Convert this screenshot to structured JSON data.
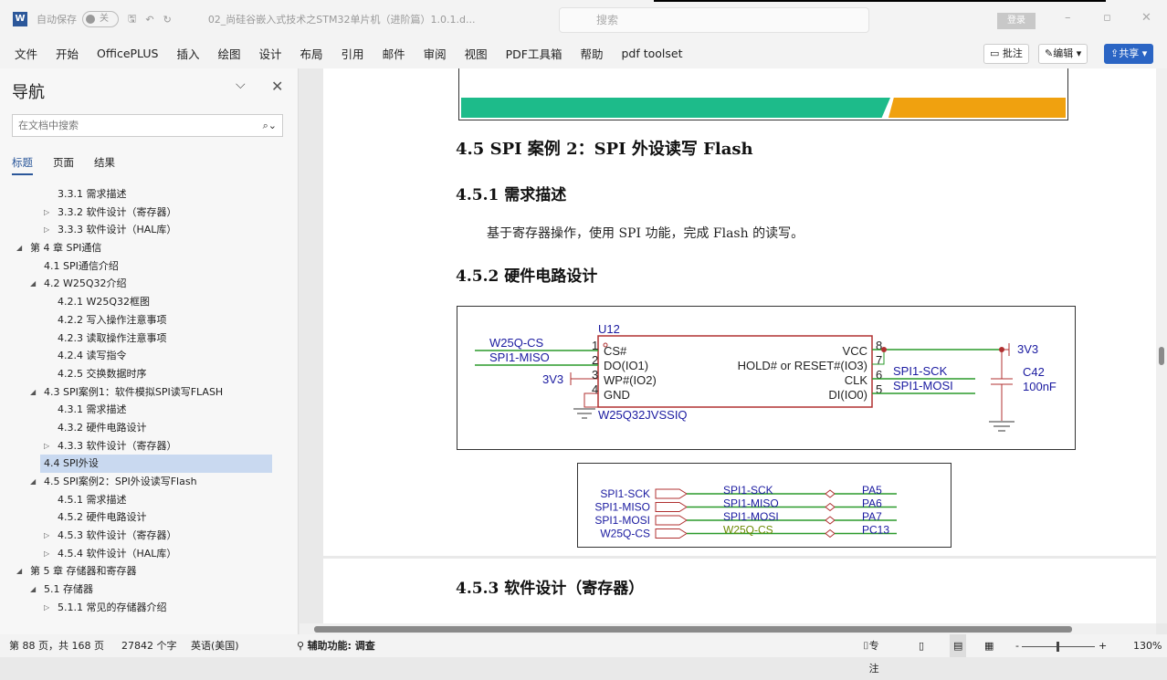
{
  "titlebar": {
    "app_icon": "W",
    "autosave_label": "自动保存",
    "autosave_state": "关",
    "doc_title": "02_尚硅谷嵌入式技术之STM32单片机（进阶篇）1.0.1.d...",
    "search_placeholder": "搜索",
    "login": "登录"
  },
  "ribbon": {
    "tabs": [
      "文件",
      "开始",
      "OfficePLUS",
      "插入",
      "绘图",
      "设计",
      "布局",
      "引用",
      "邮件",
      "审阅",
      "视图",
      "PDF工具箱",
      "帮助",
      "pdf toolset"
    ],
    "comment": "批注",
    "edit": "编辑",
    "share": "共享"
  },
  "nav": {
    "title": "导航",
    "search_placeholder": "在文档中搜索",
    "tabs": [
      "标题",
      "页面",
      "结果"
    ],
    "items": [
      {
        "label": "3.3.1 需求描述",
        "level": 3,
        "arrow": ""
      },
      {
        "label": "3.3.2 软件设计（寄存器）",
        "level": 3,
        "arrow": "▷"
      },
      {
        "label": "3.3.3 软件设计（HAL库）",
        "level": 3,
        "arrow": "▷"
      },
      {
        "label": "第 4 章 SPI通信",
        "level": 1,
        "arrow": "◢"
      },
      {
        "label": "4.1 SPI通信介绍",
        "level": 2,
        "arrow": ""
      },
      {
        "label": "4.2 W25Q32介绍",
        "level": 2,
        "arrow": "◢"
      },
      {
        "label": "4.2.1 W25Q32框图",
        "level": 3,
        "arrow": ""
      },
      {
        "label": "4.2.2 写入操作注意事项",
        "level": 3,
        "arrow": ""
      },
      {
        "label": "4.2.3 读取操作注意事项",
        "level": 3,
        "arrow": ""
      },
      {
        "label": "4.2.4 读写指令",
        "level": 3,
        "arrow": ""
      },
      {
        "label": "4.2.5 交换数据时序",
        "level": 3,
        "arrow": ""
      },
      {
        "label": "4.3 SPI案例1：软件模拟SPI读写FLASH",
        "level": 2,
        "arrow": "◢"
      },
      {
        "label": "4.3.1 需求描述",
        "level": 3,
        "arrow": ""
      },
      {
        "label": "4.3.2 硬件电路设计",
        "level": 3,
        "arrow": ""
      },
      {
        "label": "4.3.3 软件设计（寄存器）",
        "level": 3,
        "arrow": "▷"
      },
      {
        "label": "4.4 SPI外设",
        "level": 2,
        "arrow": "",
        "selected": true
      },
      {
        "label": "4.5 SPI案例2：SPI外设读写Flash",
        "level": 2,
        "arrow": "◢"
      },
      {
        "label": "4.5.1 需求描述",
        "level": 3,
        "arrow": ""
      },
      {
        "label": "4.5.2 硬件电路设计",
        "level": 3,
        "arrow": ""
      },
      {
        "label": "4.5.3 软件设计（寄存器）",
        "level": 3,
        "arrow": "▷"
      },
      {
        "label": "4.5.4 软件设计（HAL库）",
        "level": 3,
        "arrow": "▷"
      },
      {
        "label": "第 5 章 存储器和寄存器",
        "level": 1,
        "arrow": "◢"
      },
      {
        "label": "5.1 存储器",
        "level": 2,
        "arrow": "◢"
      },
      {
        "label": "5.1.1 常见的存储器介绍",
        "level": 3,
        "arrow": "▷"
      }
    ]
  },
  "doc": {
    "h_45": "4.5 SPI 案例 2：SPI 外设读写 Flash",
    "h_451": "4.5.1 需求描述",
    "p_451": "基于寄存器操作，使用 SPI 功能，完成 Flash 的读写。",
    "h_452": "4.5.2 硬件电路设计",
    "h_453": "4.5.3 软件设计（寄存器）",
    "schematic": {
      "ref": "U12",
      "part": "W25Q32JVSSIQ",
      "left_nets": [
        "W25Q-CS",
        "SPI1-MISO"
      ],
      "pin3_net": "3V3",
      "pins_left": [
        {
          "n": "1",
          "name": "CS#"
        },
        {
          "n": "2",
          "name": "DO(IO1)"
        },
        {
          "n": "3",
          "name": "WP#(IO2)"
        },
        {
          "n": "4",
          "name": "GND"
        }
      ],
      "pins_right": [
        {
          "n": "8",
          "name": "VCC"
        },
        {
          "n": "7",
          "name": "HOLD# or RESET#(IO3)"
        },
        {
          "n": "6",
          "name": "CLK"
        },
        {
          "n": "5",
          "name": "DI(IO0)"
        }
      ],
      "right_nets": [
        "SPI1-SCK",
        "SPI1-MOSI"
      ],
      "vcc_net": "3V3",
      "cap_ref": "C42",
      "cap_val": "100nF"
    },
    "pinmap": {
      "ports": [
        "SPI1-SCK",
        "SPI1-MISO",
        "SPI1-MOSI",
        "W25Q-CS"
      ],
      "nets": [
        "SPI1-SCK",
        "SPI1-MISO",
        "SPI1-MOSI",
        "W25Q-CS"
      ],
      "pins": [
        "PA5",
        "PA6",
        "PA7",
        "PC13"
      ]
    },
    "colors": {
      "bar_green": "#1dbb8a",
      "bar_orange": "#f0a10f",
      "wire": "#2a9a2a",
      "component": "#b03030",
      "net_text": "#1a1aa0"
    }
  },
  "status": {
    "page": "第 88 页，共 168 页",
    "words": "27842 个字",
    "lang": "英语(美国)",
    "accessibility": "辅助功能: 调查",
    "focus": "专注",
    "zoom": "130%",
    "zoom_level": 130
  }
}
